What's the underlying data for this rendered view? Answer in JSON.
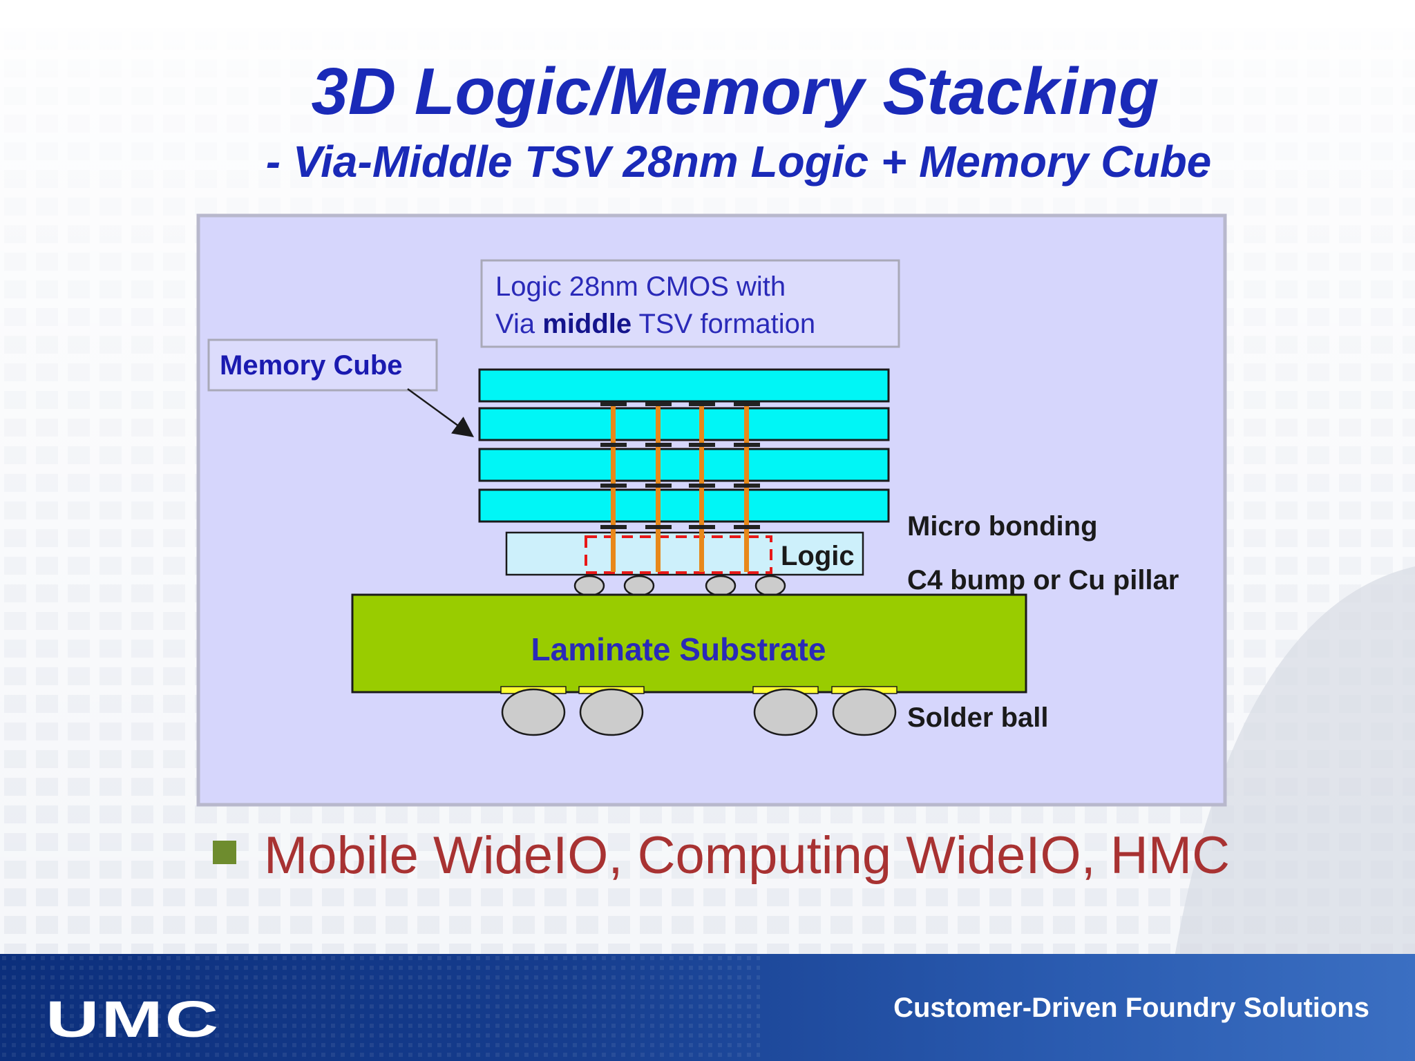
{
  "slide": {
    "title": "3D Logic/Memory Stacking",
    "subtitle": "- Via-Middle TSV 28nm Logic + Memory Cube"
  },
  "diagram": {
    "callout_logic_line1": "Logic 28nm CMOS with",
    "callout_logic_line2_prefix": "Via ",
    "callout_logic_line2_bold": "middle",
    "callout_logic_line2_suffix": " TSV formation",
    "callout_memory": "Memory Cube",
    "label_logic": "Logic",
    "label_micro_bonding": "Micro bonding",
    "label_c4": "C4 bump or Cu pillar",
    "label_substrate": "Laminate Substrate",
    "label_solder": "Solder ball",
    "colors": {
      "panel": "#d6d6fc",
      "memory_die": "#00f6f6",
      "logic_die": "#cdf0fb",
      "substrate": "#99cc00",
      "tsv": "#e8881a",
      "pad": "#ffff33",
      "ball": "#cccccc",
      "label_blue": "#2a2ab8"
    }
  },
  "bullets": [
    {
      "text": "Mobile WideIO, Computing WideIO, HMC"
    }
  ],
  "footer": {
    "logo": "UMC",
    "tagline": "Customer-Driven Foundry Solutions"
  }
}
